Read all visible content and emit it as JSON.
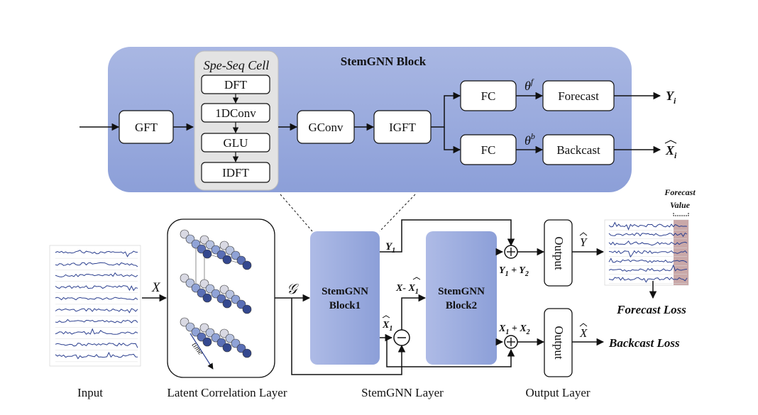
{
  "colors": {
    "block_fill": "#8fa2d6",
    "block_fill_light": "#b7c3e6",
    "cell_fill": "#e0e0e0",
    "line_blue": "#2b3f8f"
  },
  "stemgnn_block": {
    "title": "StemGNN Block",
    "gft": "GFT",
    "cell_title": "Spe-Seq Cell",
    "dft": "DFT",
    "conv1d": "1DConv",
    "glu": "GLU",
    "idft": "IDFT",
    "gconv": "GConv",
    "igft": "IGFT",
    "fc_top": "FC",
    "fc_bottom": "FC",
    "forecast": "Forecast",
    "backcast": "Backcast",
    "theta_f": "θ",
    "theta_f_sup": "f",
    "theta_b": "θ",
    "theta_b_sup": "b",
    "y_i": "Y",
    "y_i_sub": "i",
    "x_i": "X",
    "x_i_sub": "i"
  },
  "pipeline": {
    "input_symbol": "X",
    "graph_symbol": "𝒢",
    "block1": [
      "StemGNN",
      "Block1"
    ],
    "block2": [
      "StemGNN",
      "Block2"
    ],
    "y1": "Y",
    "y1_sub": "1",
    "x_minus": "X- X",
    "x_minus_sub": "1",
    "x1_hat": "X",
    "x1_hat_sub": "1",
    "sum_y": "Y",
    "sum_y_sub1": "1",
    "sum_y_mid": " + Y",
    "sum_y_sub2": "2",
    "sum_x": "X",
    "sum_x_sub1": "1",
    "sum_x_mid": " + X",
    "sum_x_sub2": "2",
    "output_top": "Output",
    "output_bottom": "Output",
    "y_hat": "Y",
    "x_hat": "X",
    "forecast_value": [
      "Forecast",
      "Value"
    ],
    "forecast_loss": "Forecast Loss",
    "backcast_loss": "Backcast Loss",
    "time": "time"
  },
  "captions": {
    "input": "Input",
    "latent": "Latent Correlation Layer",
    "stemgnn_layer": "StemGNN Layer",
    "output_layer": "Output Layer"
  }
}
